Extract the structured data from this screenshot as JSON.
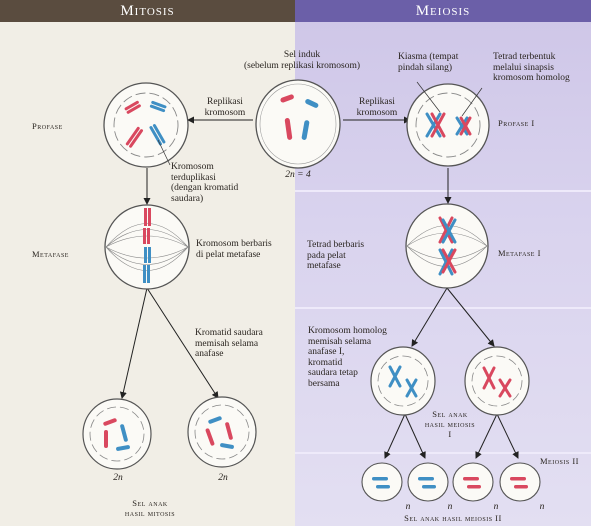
{
  "header": {
    "left": "Mitosis",
    "right": "Meiosis"
  },
  "labels": {
    "parent_cell": "Sel induk\n(sebelum replikasi kromosom)",
    "replication_left": "Replikasi\nkromosom",
    "replication_right": "Replikasi\nkromosom",
    "chiasma": "Kiasma (tempat\npindah silang)",
    "tetrad_formed": "Tetrad terbentuk\nmelalui sinapsis\nkromosom homolog",
    "prophase": "Profase",
    "prophase_i": "Profase I",
    "duplicated": "Kromosom\nterduplikasi\n(dengan kromatid\nsaudara)",
    "parent_2n": "2n = 4",
    "metaphase": "Metafase",
    "metaphase_i": "Metafase I",
    "chromosomes_line_up": "Kromosom berbaris\ndi pelat metafase",
    "tetrads_line_up": "Tetrad berbaris\npada pelat\nmetafase",
    "sister_separate": "Kromatid saudara\nmemisah selama\nanafase",
    "homologs_separate": "Kromosom homolog\nmemisah selama\nanafase I,\nkromatid\nsaudara tetap\nbersama",
    "daughter_meiosis_i": "Sel anak\nhasil meiosis\nI",
    "meiosis_ii": "Meiosis II",
    "mitosis_2n_left": "2n",
    "mitosis_2n_right": "2n",
    "daughter_mitosis": "Sel anak\nhasil mitosis",
    "n1": "n",
    "n2": "n",
    "n3": "n",
    "n4": "n",
    "daughter_meiosis_ii": "Sel anak hasil meiosis II"
  },
  "colors": {
    "maternal": "#d9485f",
    "paternal": "#3f8fc4",
    "spindle": "#6b6b6b"
  }
}
